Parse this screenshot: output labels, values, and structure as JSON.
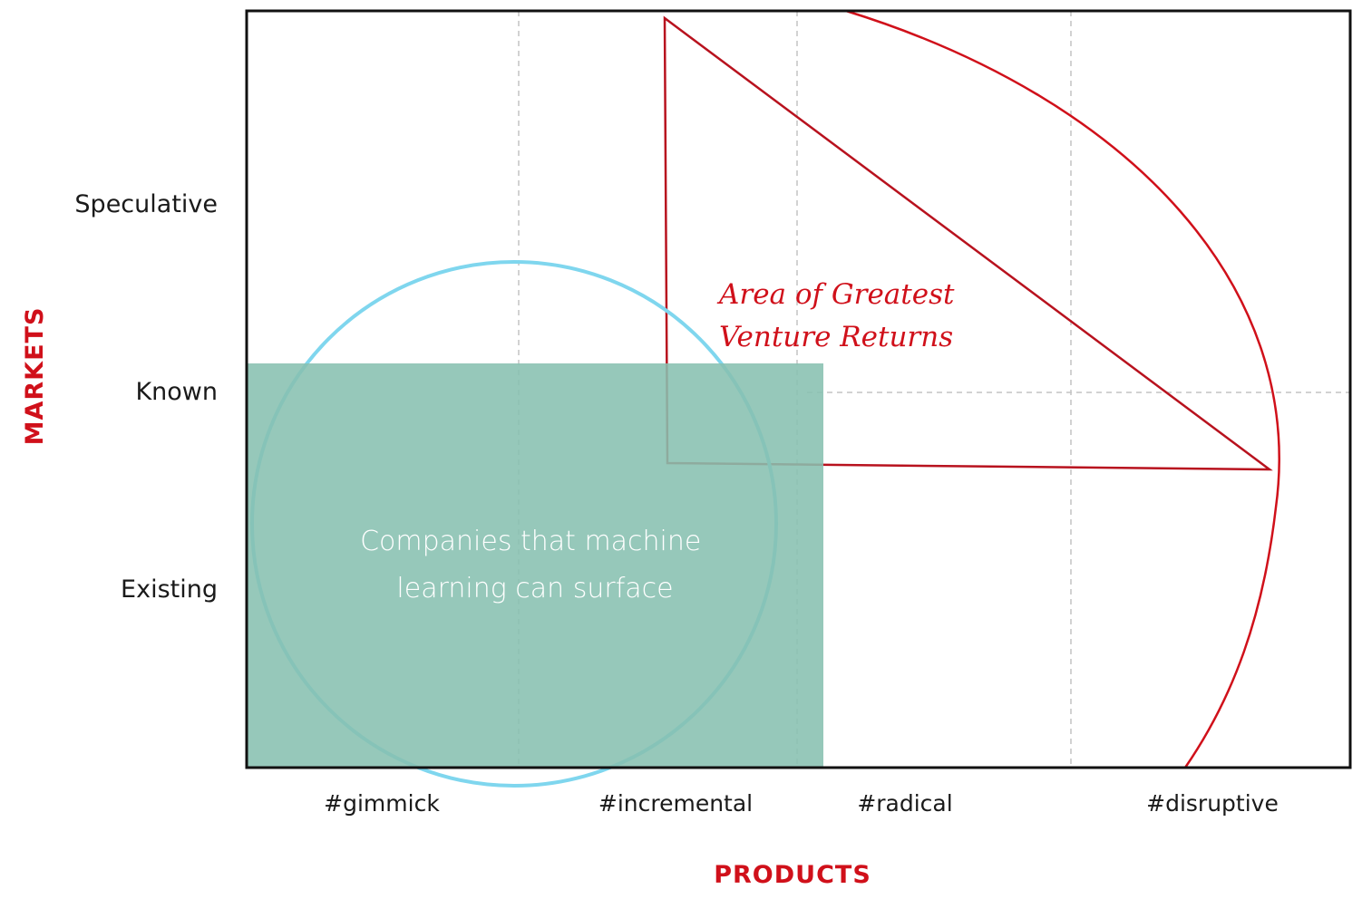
{
  "diagram": {
    "y_axis_title": "MARKETS",
    "x_axis_title": "PRODUCTS",
    "y_ticks": [
      "Speculative",
      "Known",
      "Existing"
    ],
    "x_ticks": [
      "#gimmick",
      "#incremental",
      "#radical",
      "#disruptive"
    ],
    "annotation_lines": [
      "Area of Greatest",
      "Venture Returns"
    ],
    "region_label_lines": [
      "Companies that machine",
      "learning can surface"
    ],
    "colors": {
      "accent_red": "#d0101a",
      "triangle_red": "#b8121e",
      "circle_blue": "#7fd6ee",
      "region_fill": "#87c0b0",
      "frame": "#111111",
      "grid": "#c4c4c4"
    }
  }
}
